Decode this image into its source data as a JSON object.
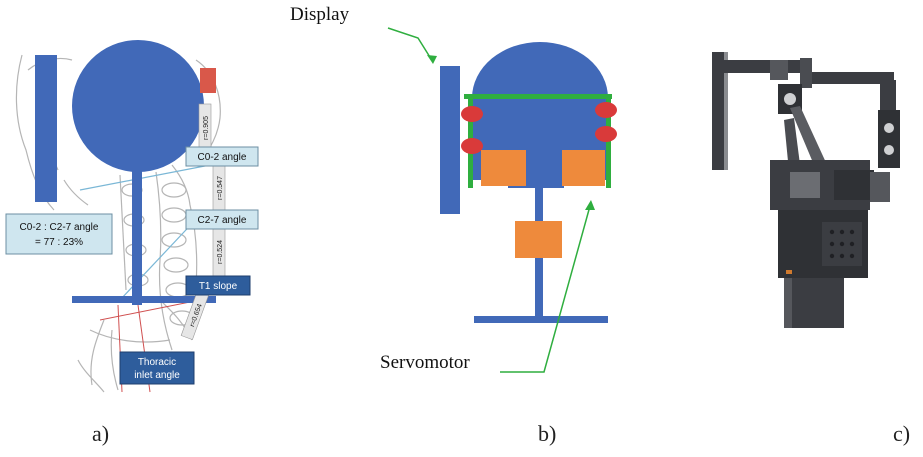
{
  "panel_a": {
    "caption": "a)",
    "labels": {
      "ratio_line1": "C0-2 : C2-7 angle",
      "ratio_line2": "= 77 : 23%",
      "c02": "C0-2 angle",
      "c27": "C2-7 angle",
      "t1": "T1 slope",
      "thoracic_line1": "Thoracic",
      "thoracic_line2": "inlet angle"
    },
    "rotated_values": [
      "r=0.905",
      "r=0.547",
      "r=0.524",
      "r=0.654"
    ]
  },
  "panel_b": {
    "caption": "b)",
    "callout_display": "Display",
    "callout_servo": "Servomotor"
  },
  "panel_c": {
    "caption": "c)"
  },
  "colors": {
    "model_blue": "#4169b8",
    "green": "#2fae3f",
    "orange": "#ee8a3c",
    "red": "#d93a3a",
    "label_light": "#cfe6ef",
    "label_dark": "#2e5d9c",
    "mech_dark": "#3b3d42"
  }
}
